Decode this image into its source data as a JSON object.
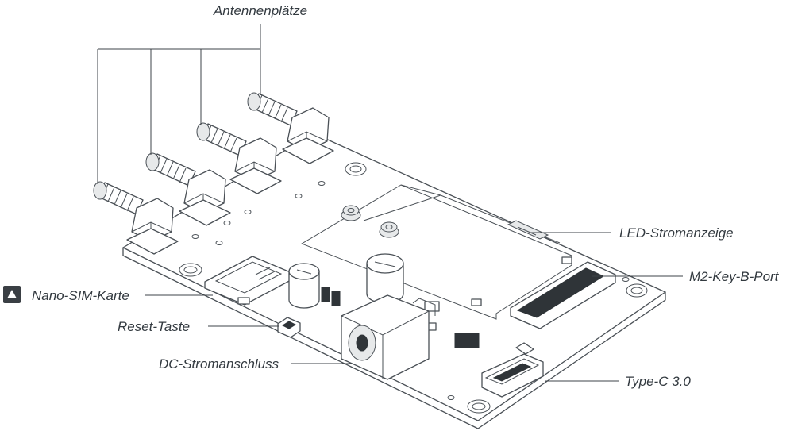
{
  "labels": {
    "antennas": "Antennenplätze",
    "led": "LED-Stromanzeige",
    "m2": "M2-Key-B-Port",
    "sim": "Nano-SIM-Karte",
    "reset": "Reset-Taste",
    "dc": "DC-Stromanschluss",
    "typec": "Type-C 3.0"
  },
  "sim_marker_icon": "triangle-up-icon",
  "colors": {
    "line": "#3d4348",
    "text": "#333a40",
    "marker": "#3a3f44"
  }
}
